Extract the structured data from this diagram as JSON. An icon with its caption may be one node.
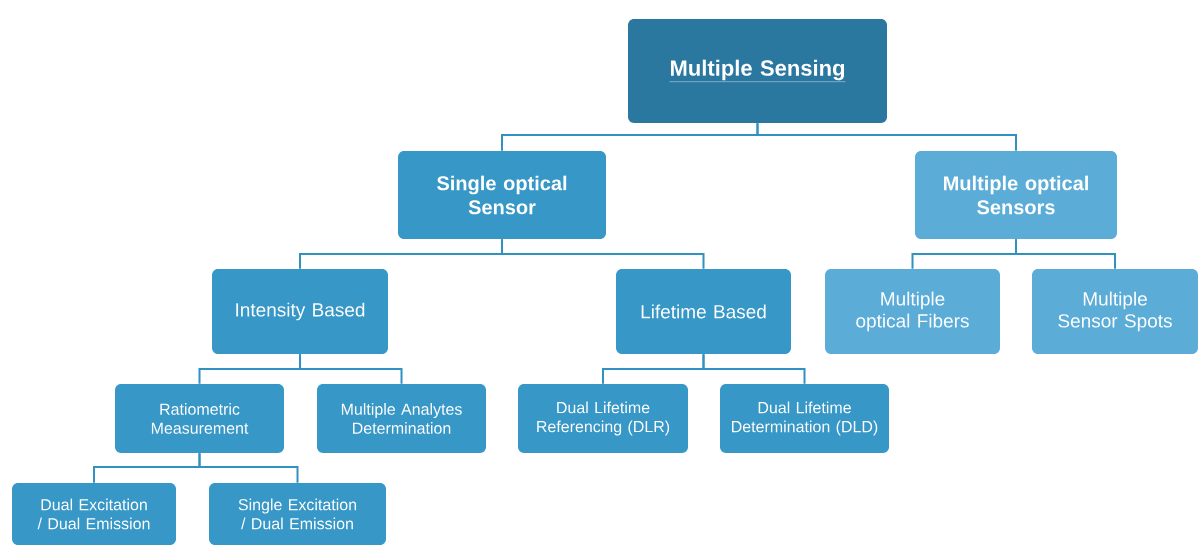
{
  "diagram": {
    "nodes": [
      {
        "text": [
          "Multiple Sensing"
        ]
      },
      {
        "text": [
          "Single optical Sensor"
        ]
      },
      {
        "text": [
          "Multiple optical Sensors"
        ]
      },
      {
        "text": [
          "Intensity Based"
        ]
      },
      {
        "text": [
          "Lifetime Based"
        ]
      },
      {
        "text": [
          "Multiple optical Fibers"
        ]
      },
      {
        "text": [
          "Multiple Sensor Spots"
        ]
      },
      {
        "text": [
          "Ratiometric Measurement"
        ]
      },
      {
        "text": [
          "Multiple Analytes Determination"
        ]
      },
      {
        "text": [
          "Dual Lifetime Referencing (DLR)"
        ]
      },
      {
        "text": [
          "Dual Lifetime Determination (DLD)"
        ]
      },
      {
        "text": [
          "Dual Excitation / Dual Emission"
        ]
      },
      {
        "text": [
          "Single Excitation / Dual Emission"
        ]
      }
    ],
    "edges": [
      {
        "from": 0,
        "to": 1,
        "arrow": "none"
      },
      {
        "from": 0,
        "to": 2,
        "arrow": "none"
      },
      {
        "from": 1,
        "to": 3,
        "arrow": "none"
      },
      {
        "from": 1,
        "to": 4,
        "arrow": "none"
      },
      {
        "from": 2,
        "to": 5,
        "arrow": "none"
      },
      {
        "from": 2,
        "to": 6,
        "arrow": "none"
      },
      {
        "from": 3,
        "to": 7,
        "arrow": "none"
      },
      {
        "from": 3,
        "to": 8,
        "arrow": "none"
      },
      {
        "from": 4,
        "to": 9,
        "arrow": "none"
      },
      {
        "from": 4,
        "to": 10,
        "arrow": "none"
      },
      {
        "from": 7,
        "to": 11,
        "arrow": "none"
      },
      {
        "from": 7,
        "to": 12,
        "arrow": "none"
      }
    ]
  }
}
